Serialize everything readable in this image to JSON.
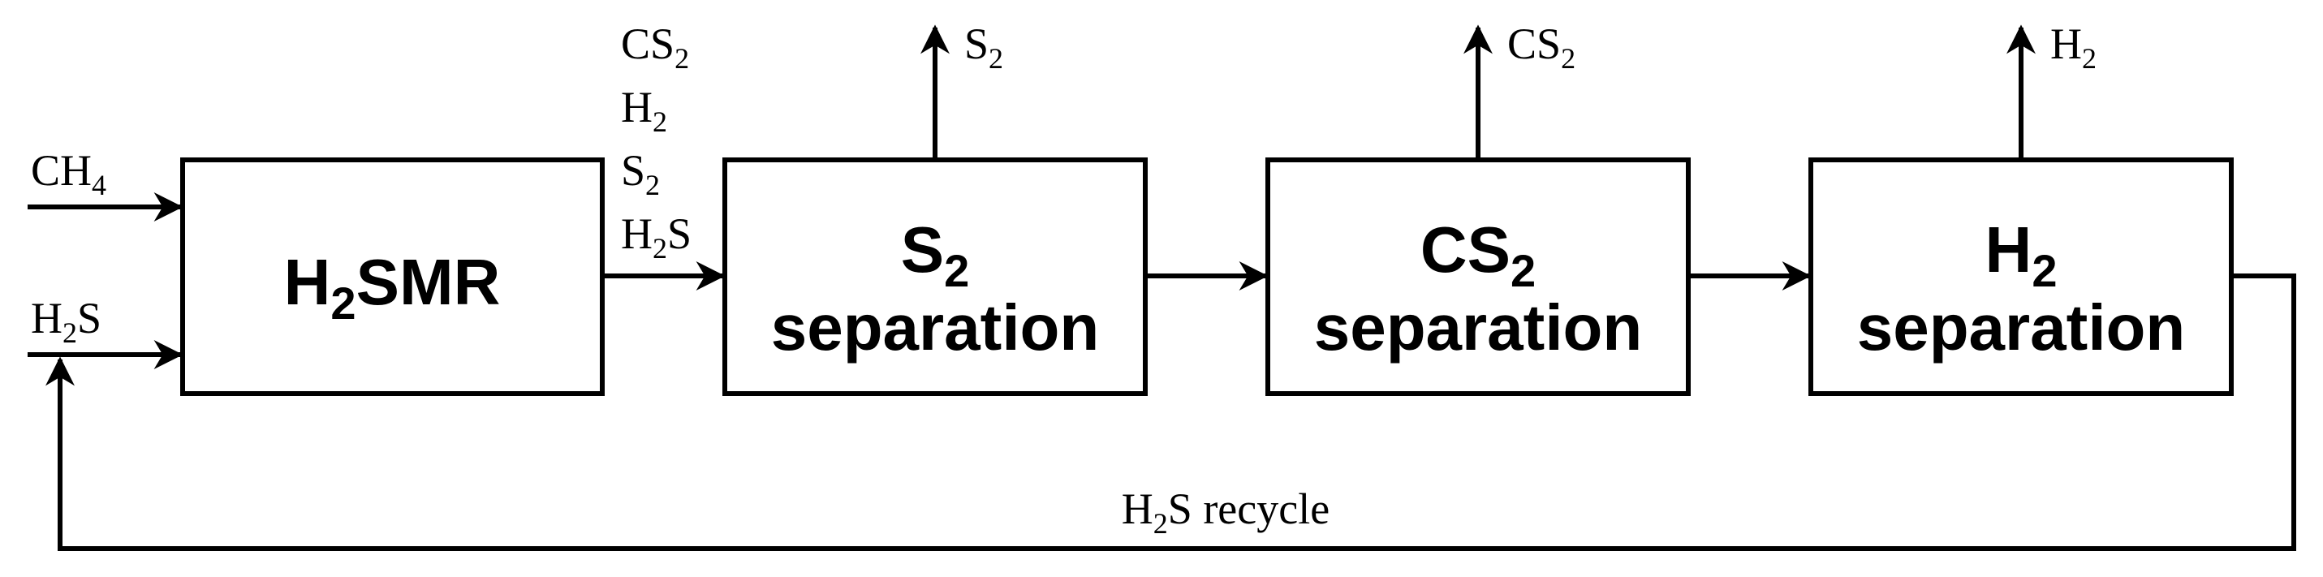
{
  "blocks": {
    "reactor": {
      "main": "H",
      "sub": "2",
      "rest": "SMR"
    },
    "s2_sep": {
      "main": "S",
      "sub": "2",
      "line2": "separation"
    },
    "cs2_sep": {
      "main": "CS",
      "sub": "2",
      "line2": "separation"
    },
    "h2_sep": {
      "main": "H",
      "sub": "2",
      "line2": "separation"
    }
  },
  "inputs": {
    "ch4": {
      "main": "CH",
      "sub": "4"
    },
    "h2s": {
      "main": "H",
      "sub": "2",
      "rest": "S"
    }
  },
  "reactor_outlet": [
    {
      "main": "CS",
      "sub": "2",
      "rest": ""
    },
    {
      "main": "H",
      "sub": "2",
      "rest": ""
    },
    {
      "main": "S",
      "sub": "2",
      "rest": ""
    },
    {
      "main": "H",
      "sub": "2",
      "rest": "S"
    }
  ],
  "products": {
    "s2": {
      "main": "S",
      "sub": "2"
    },
    "cs2": {
      "main": "CS",
      "sub": "2"
    },
    "h2": {
      "main": "H",
      "sub": "2"
    }
  },
  "recycle": {
    "main": "H",
    "sub": "2",
    "rest": "S recycle"
  }
}
